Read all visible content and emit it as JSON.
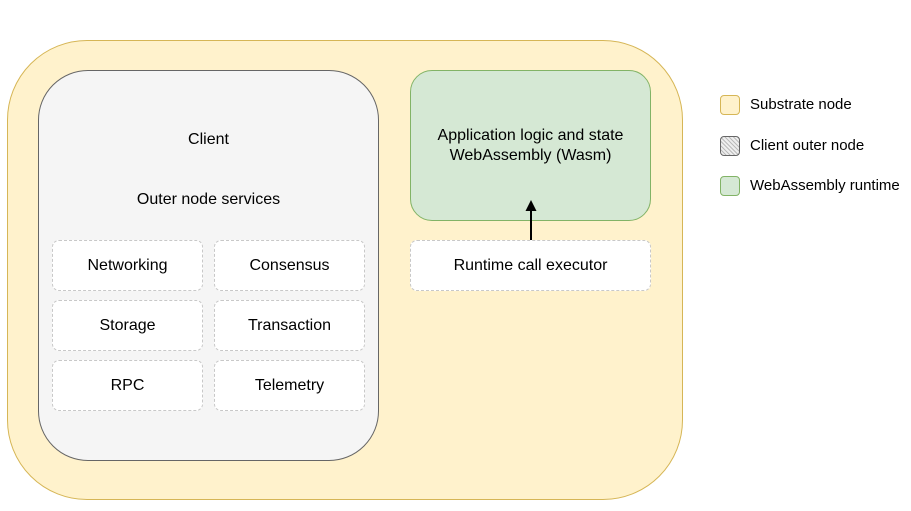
{
  "colors": {
    "substrate_fill": "#fff2cc",
    "substrate_border": "#d6b656",
    "client_fill": "#f5f5f5",
    "client_border": "#666666",
    "wasm_fill": "#d5e8d4",
    "wasm_border": "#82b366"
  },
  "client": {
    "title": "Client",
    "subtitle": "Outer node services",
    "services": [
      "Networking",
      "Consensus",
      "Storage",
      "Transaction",
      "RPC",
      "Telemetry"
    ]
  },
  "runtime": {
    "line1": "Application logic and state",
    "line2": "WebAssembly (Wasm)",
    "executor": "Runtime call executor"
  },
  "legend": [
    {
      "label": "Substrate node",
      "color": "#fff2cc",
      "border": "#d6b656"
    },
    {
      "label": "Client outer node",
      "color": "#e6e6e6",
      "border": "#666666"
    },
    {
      "label": "WebAssembly runtime",
      "color": "#d5e8d4",
      "border": "#82b366"
    }
  ]
}
